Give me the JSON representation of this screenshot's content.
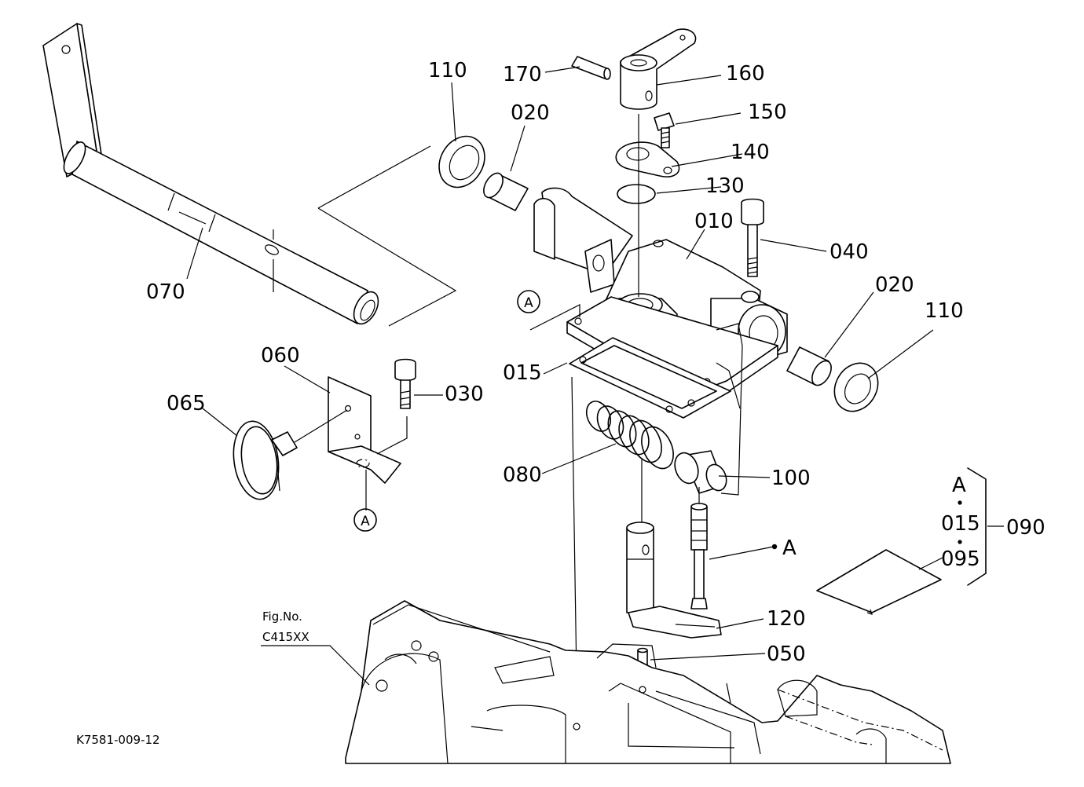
{
  "callouts": [
    "110",
    "020",
    "170",
    "160",
    "150",
    "140",
    "130",
    "010",
    "040",
    "020",
    "110",
    "070",
    "015",
    "060",
    "030",
    "065",
    "080",
    "100",
    "A",
    "A",
    "090",
    "015",
    "095",
    "120",
    "050"
  ],
  "circled_a_1": "A",
  "circled_a_2": "A",
  "fig_ref": {
    "line1": "Fig.No.",
    "line2": "C415XX"
  },
  "drawing_code": "K7581-009-12"
}
